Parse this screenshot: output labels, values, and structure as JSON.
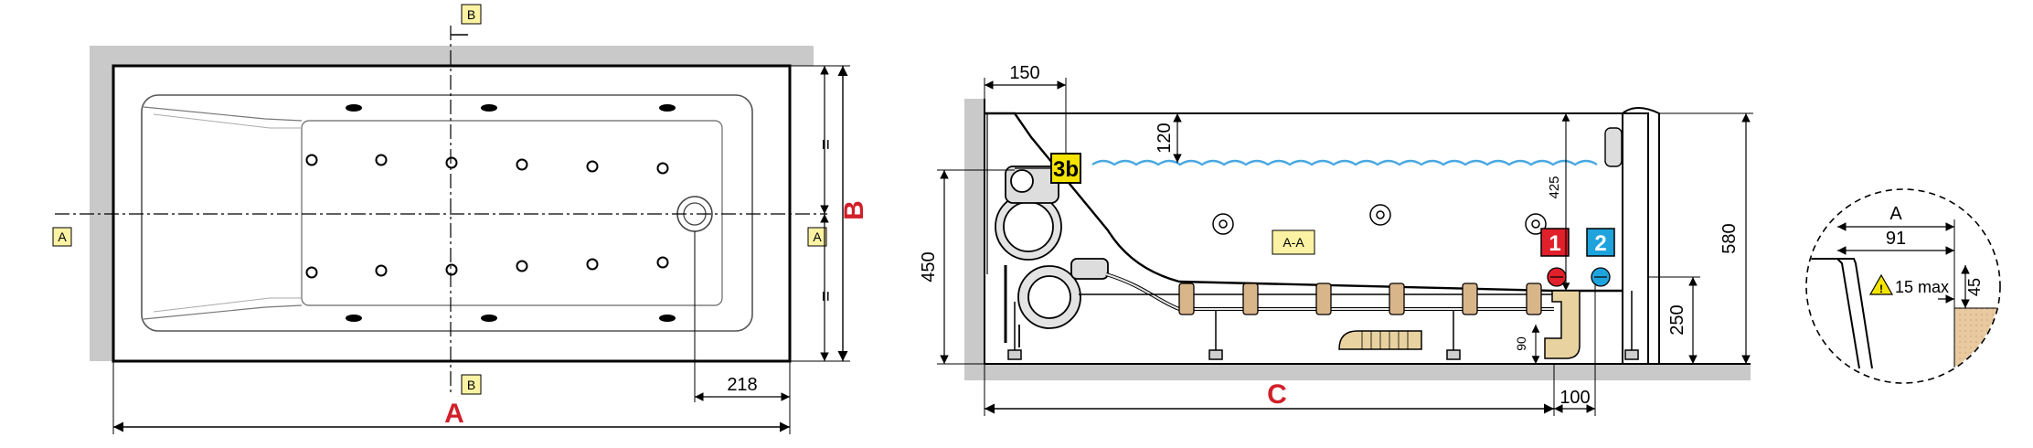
{
  "plan_view": {
    "section_tag": "A",
    "section_tag_b": "B",
    "dim_a": "A",
    "dim_b": "B",
    "dim_218": "218",
    "equal_mark": "="
  },
  "section_view": {
    "dim_150": "150",
    "dim_120": "120",
    "dim_425": "425",
    "dim_450": "450",
    "dim_580": "580",
    "dim_250": "250",
    "dim_90": "90",
    "dim_100": "100",
    "dim_c": "C",
    "section_label": "A-A",
    "badge_3b": "3b",
    "badge_1": "1",
    "badge_2": "2",
    "colors": {
      "badge_3b": "#f5e400",
      "badge_1": "#e0202a",
      "badge_2": "#1fa3dd",
      "water": "#4aa8e0"
    }
  },
  "detail_view": {
    "dim_a": "A",
    "dim_91": "91",
    "dim_15": "15 max",
    "dim_45": "45",
    "warning_icon": "warning-triangle-icon"
  }
}
